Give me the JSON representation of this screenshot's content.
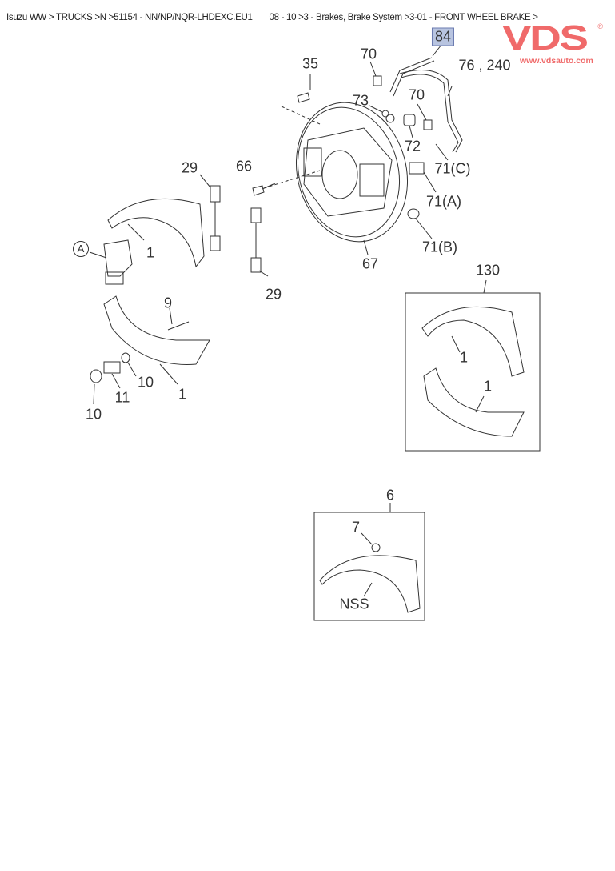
{
  "breadcrumb": {
    "path": "Isuzu WW > TRUCKS >N >51154 - NN/NP/NQR-LHDEXC.EU1",
    "section": "08 - 10 >3 - Brakes, Brake System >3-01 - FRONT WHEEL BRAKE >"
  },
  "logo": {
    "text": "VDS",
    "url": "www.vdsauto.com",
    "brand_color": "#f06a6a"
  },
  "callouts": {
    "c84": "84",
    "c70a": "70",
    "c35": "35",
    "c76": "76 , 240",
    "c73": "73",
    "c70b": "70",
    "c72": "72",
    "c71c": "71(C)",
    "c29a": "29",
    "c66": "66",
    "c71a": "71(A)",
    "c71b": "71(B)",
    "c1a": "1",
    "cA": "A",
    "c67": "67",
    "c130": "130",
    "c29b": "29",
    "c9": "9",
    "c1b": "1",
    "c10a": "10",
    "c1c": "1",
    "c11": "11",
    "c1d": "1",
    "c10b": "10",
    "c6": "6",
    "c7": "7",
    "cNSS": "NSS"
  },
  "highlight_color": "#b8c4e0"
}
